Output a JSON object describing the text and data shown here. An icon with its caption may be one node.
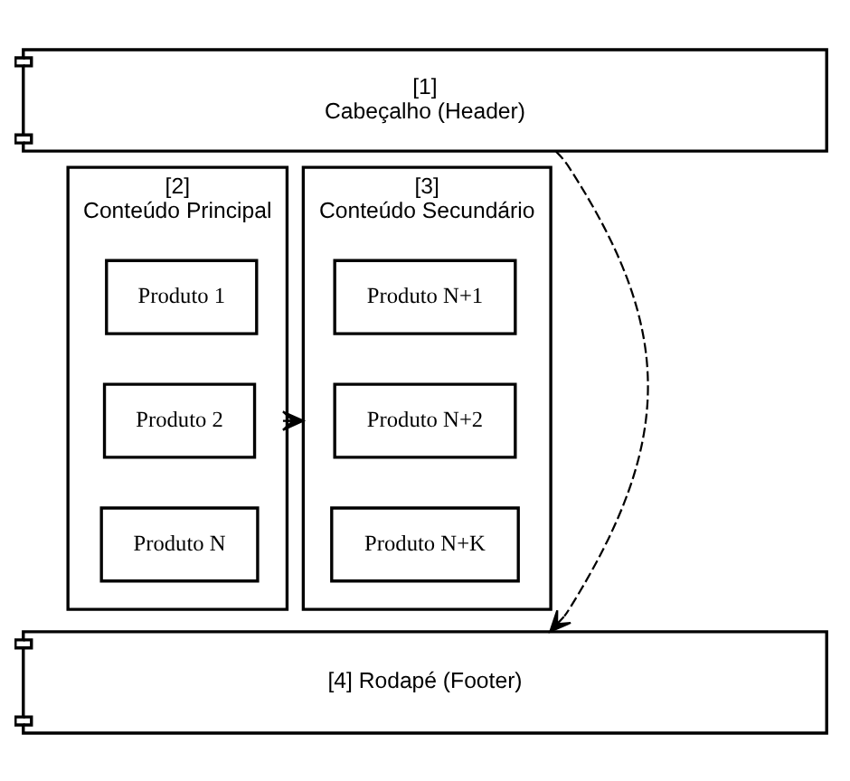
{
  "diagram": {
    "nodes": [
      {
        "text": [
          "[1]",
          "Cabeçalho (Header)"
        ]
      },
      {
        "text": [
          "[2]",
          "Conteúdo Principal"
        ]
      },
      {
        "text": [
          "Produto 1"
        ],
        "in": 1
      },
      {
        "text": [
          "Produto 2"
        ],
        "in": 1
      },
      {
        "text": [
          "Produto N"
        ],
        "in": 1
      },
      {
        "text": [
          "[3]",
          "Conteúdo Secundário"
        ]
      },
      {
        "text": [
          "Produto N+1"
        ],
        "in": 5
      },
      {
        "text": [
          "Produto N+2"
        ],
        "in": 5
      },
      {
        "text": [
          "Produto N+K"
        ],
        "in": 5
      },
      {
        "text": [
          "[4] Rodapé (Footer)"
        ]
      }
    ],
    "edges": [
      {
        "from": 0,
        "to": 9,
        "arrow": "to",
        "style": "dashed"
      },
      {
        "from": 1,
        "to": 5,
        "arrow": "to",
        "style": "dashed"
      }
    ]
  }
}
